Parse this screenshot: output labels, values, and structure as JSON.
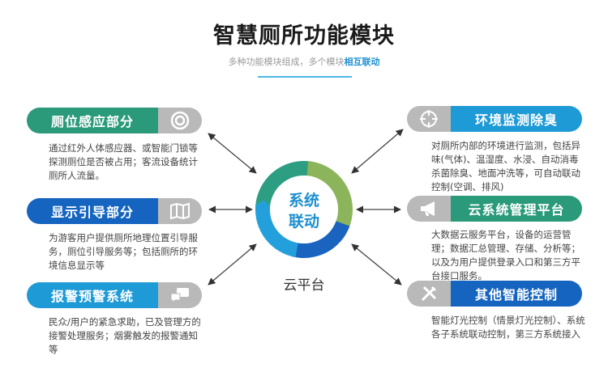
{
  "header": {
    "title": "智慧厕所功能模块",
    "subtitle_plain": "多种功能模块组成，多个模块",
    "subtitle_highlight": "相互联动"
  },
  "center": {
    "ring_text_line1": "系统",
    "ring_text_line2": "联动",
    "caption": "云平台"
  },
  "left_modules": [
    {
      "title": "厕位感应部分",
      "icon": "lifebuoy-icon",
      "color": "#2a9a7a",
      "desc": "通过红外人体感应器、或智能门锁等探测厕位是否被占用；客流设备统计厕所人流量。"
    },
    {
      "title": "显示引导部分",
      "icon": "map-icon",
      "color": "#1565c0",
      "desc": "为游客用户提供厕所地理位置引导服务，厕位引导服务等；包括厕所的环境信息显示等"
    },
    {
      "title": "报警预警系统",
      "icon": "chat-bubbles-icon",
      "color": "#1e9ad6",
      "desc": "民众/用户的紧急求助，已及管理方的接警处理服务；烟雾触发的报警通知等"
    }
  ],
  "right_modules": [
    {
      "title": "环境监测除臭",
      "icon": "crosshair-icon",
      "color": "#1e9ad6",
      "desc": "对厕所内部的环境进行监测，包括异味(气体)、温湿度、水浸、自动消毒杀菌除臭、地面冲洗等，可自动联动控制(空调、排风)"
    },
    {
      "title": "云系统管理平台",
      "icon": "megaphone-icon",
      "color": "#2a9a7a",
      "desc": "大数据云服务平台，设备的运营管理；数据汇总管理、存储、分析等；以及为用户提供登录入口和第三方平台接口服务。"
    },
    {
      "title": "其他智能控制",
      "icon": "tools-icon",
      "color": "#1565c0",
      "desc": "智能灯光控制（情景灯光控制）、系统各子系统联动控制，第三方系统接入"
    }
  ],
  "ring_colors": [
    "#2e9e82",
    "#8cb45a",
    "#1a64c0",
    "#23a0dc"
  ]
}
